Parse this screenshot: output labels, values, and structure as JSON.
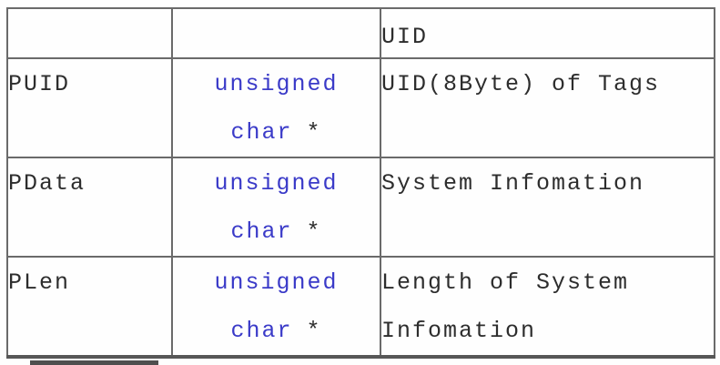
{
  "table": {
    "header": {
      "col1": "",
      "col2": "",
      "col3": "UID"
    },
    "rows": [
      {
        "param": "PUID",
        "type": {
          "line1": "unsigned",
          "line2_keyword": "char",
          "pointer": "*"
        },
        "description": {
          "line1": "UID(8Byte) of Tags",
          "line2": ""
        }
      },
      {
        "param": "PData",
        "type": {
          "line1": "unsigned",
          "line2_keyword": "char",
          "pointer": "*"
        },
        "description": {
          "line1": "System Infomation",
          "line2": ""
        }
      },
      {
        "param": "PLen",
        "type": {
          "line1": "unsigned",
          "line2_keyword": "char",
          "pointer": "*"
        },
        "description": {
          "line1": "Length of System",
          "line2": "Infomation"
        }
      }
    ],
    "colors": {
      "type_keyword_blue": "#3a3ac8",
      "body_text": "#2d2d2d",
      "border_gray": "#6a6a6a",
      "outer_border": "#3b3b3b"
    }
  }
}
